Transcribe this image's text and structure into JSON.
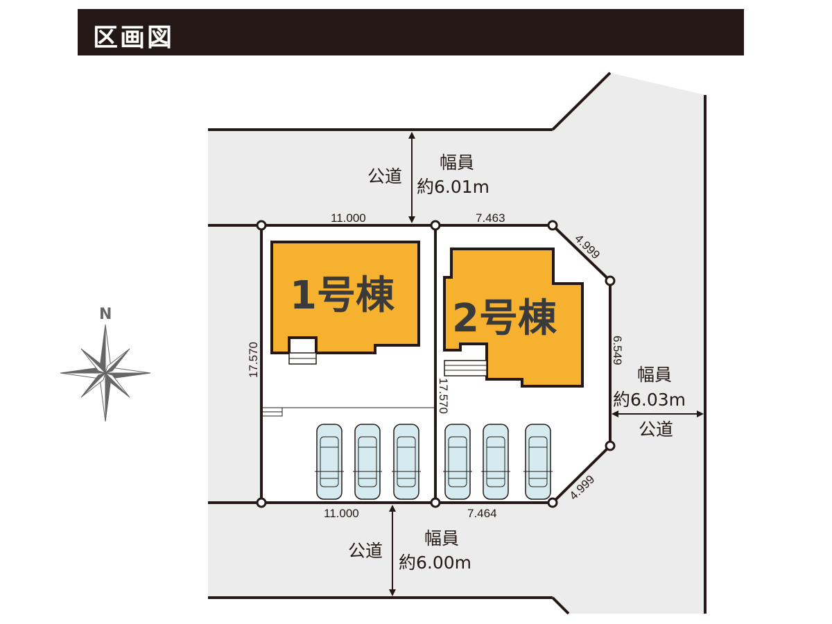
{
  "header": {
    "title": "区画図"
  },
  "compass": {
    "label": "N"
  },
  "buildings": [
    {
      "label": "1号棟"
    },
    {
      "label": "2号棟"
    }
  ],
  "roads": {
    "north": {
      "type": "公道",
      "width_label": "幅員",
      "width_value": "約6.01m"
    },
    "east": {
      "type": "公道",
      "width_label": "幅員",
      "width_value": "約6.03m"
    },
    "south": {
      "type": "公道",
      "width_label": "幅員",
      "width_value": "約6.00m"
    }
  },
  "dimensions": {
    "lot1_top": "11.000",
    "lot2_top": "7.463",
    "corner_ne": "4.999",
    "east": "6.549",
    "corner_se": "4.999",
    "lot1_bottom": "11.000",
    "lot2_bottom": "7.464",
    "lot1_left": "17.570",
    "lot_divider": "17.570"
  },
  "parking": {
    "spaces": 6
  },
  "colors": {
    "header": "#231815",
    "building": "#f6b12e",
    "road": "#ececec",
    "car": "#d5ebef",
    "line": "#231815"
  }
}
